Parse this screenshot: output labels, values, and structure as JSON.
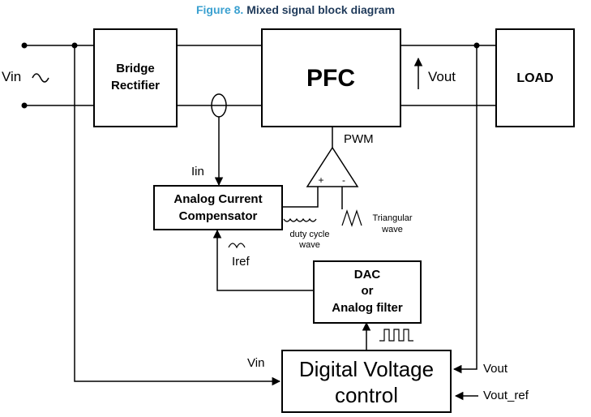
{
  "caption": {
    "number": "Figure 8.",
    "title": "Mixed signal block diagram"
  },
  "blocks": {
    "bridge_rectifier": [
      "Bridge",
      "Rectifier"
    ],
    "pfc": "PFC",
    "load": "LOAD",
    "analog_current_compensator": [
      "Analog Current",
      "Compensator"
    ],
    "dac": [
      "DAC",
      "or",
      "Analog filter"
    ],
    "digital_voltage_control": [
      "Digital Voltage",
      "control"
    ]
  },
  "labels": {
    "vin_main": "Vin",
    "vout_arrow": "Vout",
    "pwm": "PWM",
    "comparator_plus": "+",
    "comparator_minus": "-",
    "iin": "Iin",
    "iref": "Iref",
    "duty_cycle": [
      "duty cycle",
      "wave"
    ],
    "triangular": [
      "Triangular",
      "wave"
    ],
    "vin_in": "Vin",
    "vout_in": "Vout",
    "vout_ref_in": "Vout_ref"
  }
}
